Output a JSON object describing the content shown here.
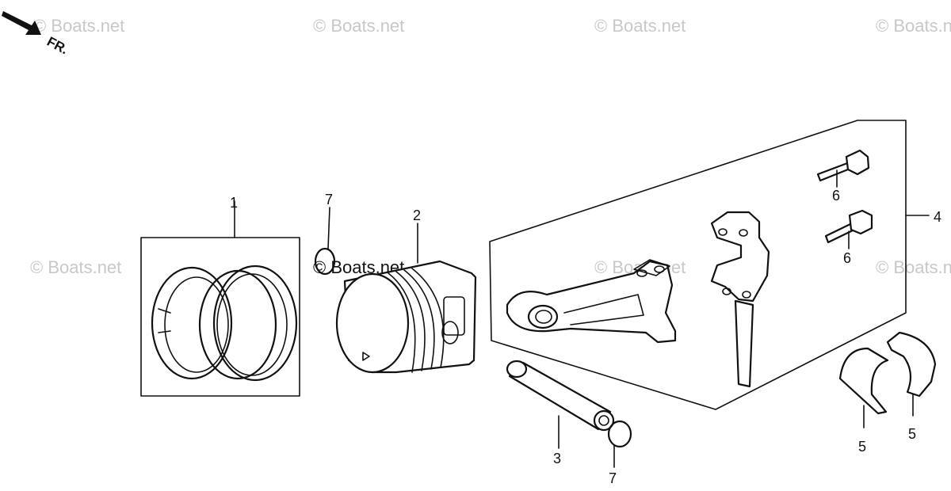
{
  "watermark_text": "© Boats.net",
  "front_marker": {
    "label": "FR.",
    "icon": "arrow-front-icon"
  },
  "callouts": {
    "piston_ring_set": "1",
    "piston": "2",
    "piston_pin": "3",
    "connecting_rod": "4",
    "bearing_upper": "5",
    "bearing_lower": "5",
    "rod_bolt_upper": "6",
    "rod_bolt_lower": "6",
    "pin_clip_upper": "7",
    "pin_clip_lower": "7"
  }
}
